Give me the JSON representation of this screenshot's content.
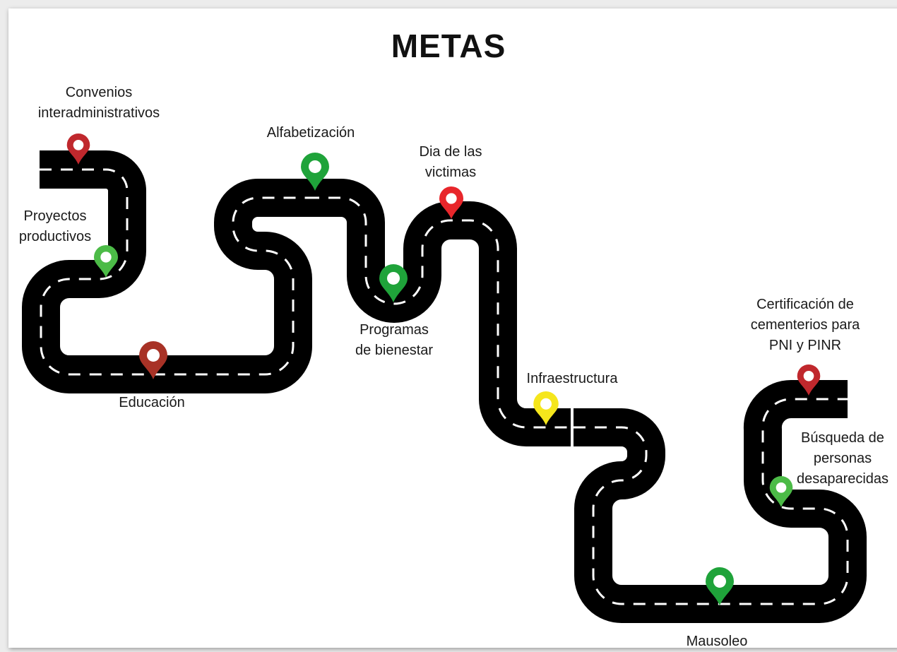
{
  "title": "METAS",
  "colors": {
    "road": "#000000",
    "lane": "#ffffff",
    "pin_red": "#c0282d",
    "pin_dark_red": "#a83226",
    "pin_bright_red": "#e8262b",
    "pin_green": "#1fa33a",
    "pin_light_green": "#4cbb47",
    "pin_yellow": "#f5e61c"
  },
  "milestones": [
    {
      "id": "convenios",
      "lines": [
        "Convenios",
        "interadministrativos"
      ],
      "pin_icon": "map-pin-icon",
      "pin_color": "#c0282d"
    },
    {
      "id": "proyectos",
      "lines": [
        "Proyectos",
        "productivos"
      ],
      "pin_icon": "map-pin-icon",
      "pin_color": "#4cbb47"
    },
    {
      "id": "educacion",
      "lines": [
        "Educación"
      ],
      "pin_icon": "map-pin-icon",
      "pin_color": "#a83226"
    },
    {
      "id": "alfabetizacion",
      "lines": [
        "Alfabetización"
      ],
      "pin_icon": "map-pin-icon",
      "pin_color": "#1fa33a"
    },
    {
      "id": "programas",
      "lines": [
        "Programas",
        "de bienestar"
      ],
      "pin_icon": "map-pin-icon",
      "pin_color": "#1fa33a"
    },
    {
      "id": "dia",
      "lines": [
        "Dia de las",
        "victimas"
      ],
      "pin_icon": "map-pin-icon",
      "pin_color": "#e8262b"
    },
    {
      "id": "infraestructura",
      "lines": [
        "Infraestructura"
      ],
      "pin_icon": "map-pin-icon",
      "pin_color": "#f5e61c"
    },
    {
      "id": "certificacion",
      "lines": [
        "Certificación de",
        "cementerios para",
        "PNI y PINR"
      ],
      "pin_icon": "map-pin-icon",
      "pin_color": "#c0282d"
    },
    {
      "id": "busqueda",
      "lines": [
        "Búsqueda de",
        "personas",
        "desaparecidas"
      ],
      "pin_icon": "map-pin-icon",
      "pin_color": "#4cbb47"
    },
    {
      "id": "mausoleo",
      "lines": [
        "Mausoleo"
      ],
      "pin_icon": "map-pin-icon",
      "pin_color": "#1fa33a"
    }
  ]
}
